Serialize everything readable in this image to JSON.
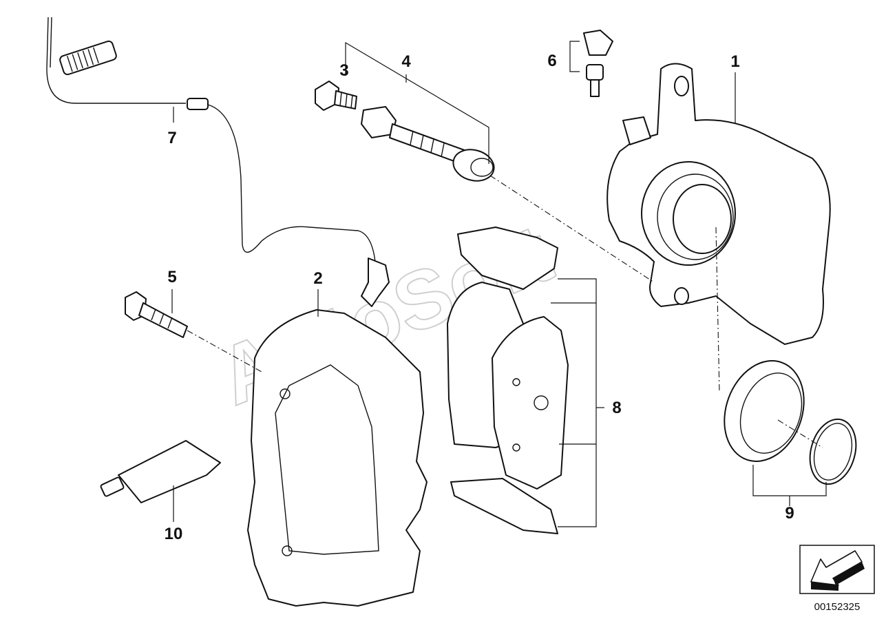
{
  "diagram": {
    "watermark": "AutoSoft",
    "document_number": "00152325",
    "callouts": [
      {
        "id": "1",
        "label": "1"
      },
      {
        "id": "2",
        "label": "2"
      },
      {
        "id": "3",
        "label": "3"
      },
      {
        "id": "4",
        "label": "4"
      },
      {
        "id": "5",
        "label": "5"
      },
      {
        "id": "6",
        "label": "6"
      },
      {
        "id": "7",
        "label": "7"
      },
      {
        "id": "8",
        "label": "8"
      },
      {
        "id": "9",
        "label": "9"
      },
      {
        "id": "10",
        "label": "10"
      }
    ],
    "direction_icon": "arrow-down-left-icon",
    "colors": {
      "line": "#111111",
      "watermark": "#cfcfcf",
      "background": "#ffffff"
    }
  }
}
